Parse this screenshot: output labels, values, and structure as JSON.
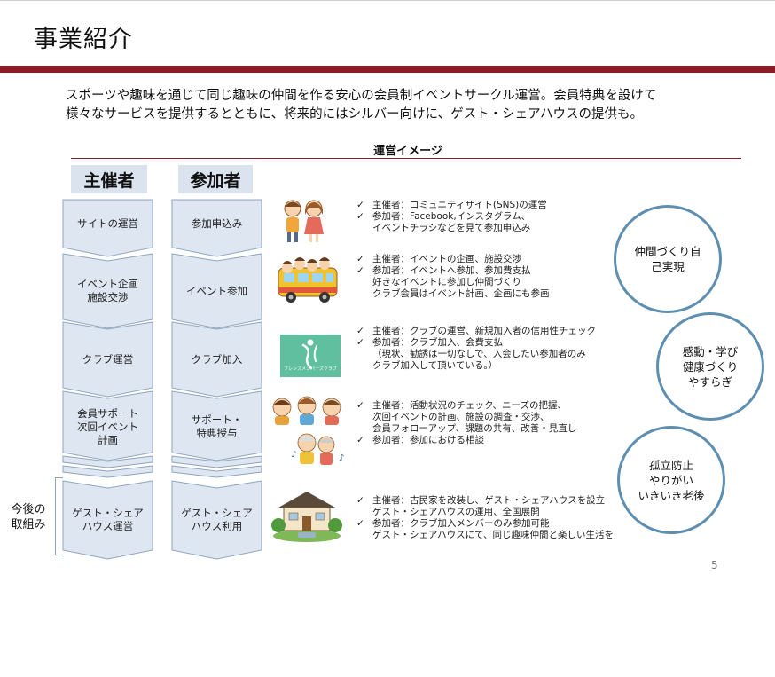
{
  "slide": {
    "title": "事業紹介",
    "intro_line1": "スポーツや趣味を通じて同じ趣味の仲間を作る安心の会員制イベントサークル運営。会員特典を設けて",
    "intro_line2": "様々なサービスを提供するとともに、将来的にはシルバー向けに、ゲスト・シェアハウスの提供も。",
    "section_heading": "運営イメージ",
    "page_number": "5"
  },
  "columns": {
    "organizer_header": "主催者",
    "participant_header": "参加者"
  },
  "steps": [
    {
      "organizer": [
        "サイトの運営"
      ],
      "participant": [
        "参加申込み"
      ]
    },
    {
      "organizer": [
        "イベント企画",
        "施設交渉"
      ],
      "participant": [
        "イベント参加"
      ]
    },
    {
      "organizer": [
        "クラブ運営"
      ],
      "participant": [
        "クラブ加入"
      ]
    },
    {
      "organizer": [
        "会員サポート",
        "次回イベント",
        "計画"
      ],
      "participant": [
        "サポート・",
        "特典授与"
      ]
    },
    {
      "organizer": [
        "ゲスト・シェア",
        "ハウス運営"
      ],
      "participant": [
        "ゲスト・シェア",
        "ハウス利用"
      ]
    }
  ],
  "future": {
    "label_line1": "今後の",
    "label_line2": "取組み"
  },
  "notes": [
    [
      {
        "check": true,
        "text": "主催者：コミュニティサイト(SNS)の運営"
      },
      {
        "check": true,
        "text": "参加者：Facebook,インスタグラム、"
      },
      {
        "check": false,
        "text": "イベントチラシなどを見て参加申込み"
      }
    ],
    [
      {
        "check": true,
        "text": "主催者：イベントの企画、施設交渉"
      },
      {
        "check": true,
        "text": "参加者：イベントへ参加、参加費支払"
      },
      {
        "check": false,
        "text": "好きなイベントに参加し仲間づくり"
      },
      {
        "check": false,
        "text": "クラブ会員はイベント計画、企画にも参画"
      }
    ],
    [
      {
        "check": true,
        "text": "主催者：クラブの運営、新規加入者の信用性チェック"
      },
      {
        "check": true,
        "text": "参加者：クラブ加入、会費支払"
      },
      {
        "check": false,
        "text": "（現状、勧誘は一切なしで、入会したい参加者のみ"
      },
      {
        "check": false,
        "text": "クラブ加入して頂いている。）"
      }
    ],
    [
      {
        "check": true,
        "text": "主催者：活動状況のチェック、ニーズの把握、"
      },
      {
        "check": false,
        "text": "次回イベントの計画、施設の調査・交渉、"
      },
      {
        "check": false,
        "text": "会員フォローアップ、課題の共有、改善・見直し"
      },
      {
        "check": true,
        "text": "参加者：参加における相談"
      }
    ],
    [
      {
        "check": true,
        "text": "主催者：古民家を改装し、ゲスト・シェアハウスを設立"
      },
      {
        "check": false,
        "text": "ゲスト・シェアハウスの運用、全国展開"
      },
      {
        "check": true,
        "text": "参加者：クラブ加入メンバーのみ参加可能"
      },
      {
        "check": false,
        "text": "ゲスト・シェアハウスにて、同じ趣味仲間と楽しい生活を"
      }
    ]
  ],
  "check_mark": "✓",
  "club_logo_caption": "フレンズメンバーズクラブ",
  "circles": [
    [
      "仲間づくり自",
      "己実現"
    ],
    [
      "感動・学び",
      "健康づくり",
      "やすらぎ"
    ],
    [
      "孤立防止",
      "やりがい",
      "いきいき老後"
    ]
  ],
  "colors": {
    "accent_red": "#8b1c25",
    "header_fill": "#dbe3ef",
    "chevron_fill": "#dde6f1",
    "chevron_stroke": "#8fa6bd",
    "circle_stroke": "#5f8fb0",
    "club_logo_green": "#5fbf9e"
  }
}
